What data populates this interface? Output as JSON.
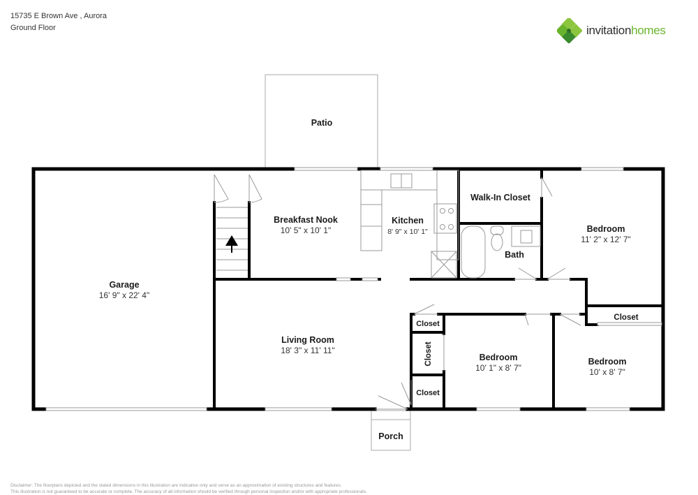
{
  "header": {
    "address": "15735 E Brown Ave , Aurora",
    "floor": "Ground Floor"
  },
  "brand": {
    "name_part1": "invitation",
    "name_part2": "homes",
    "colors": {
      "dark": "#2f2f2f",
      "green": "#6ab42d",
      "green_dark": "#3a8a2e",
      "green_light": "#8cc63f"
    }
  },
  "rooms": {
    "patio": {
      "name": "Patio"
    },
    "garage": {
      "name": "Garage",
      "dims": "16' 9\" x 22' 4\""
    },
    "breakfast_nook": {
      "name": "Breakfast Nook",
      "dims": "10' 5\" x 10' 1\""
    },
    "kitchen": {
      "name": "Kitchen",
      "dims": "8' 9\" x 10' 1\""
    },
    "walk_in_closet": {
      "name": "Walk-In Closet"
    },
    "bath": {
      "name": "Bath"
    },
    "bedroom_master": {
      "name": "Bedroom",
      "dims": "11' 2\" x 12' 7\""
    },
    "living_room": {
      "name": "Living Room",
      "dims": "18' 3\" x 11' 11\""
    },
    "bedroom_2": {
      "name": "Bedroom",
      "dims": "10' 1\" x 8' 7\""
    },
    "bedroom_3": {
      "name": "Bedroom",
      "dims": "10' x 8' 7\""
    },
    "closet_1": {
      "name": "Closet"
    },
    "closet_2": {
      "name": "Closet"
    },
    "closet_3": {
      "name": "Closet"
    },
    "closet_4": {
      "name": "Closet"
    },
    "porch": {
      "name": "Porch"
    }
  },
  "disclaimer": {
    "line1": "Disclaimer: The floorplans depicted and the stated dimensions in this illustration are indicative only and serve as an approximation of existing structures and features.",
    "line2": "This illustration is not guaranteed to be accurate or complete. The accuracy of all information should be verified through personal inspection and/or with appropriate professionals."
  }
}
